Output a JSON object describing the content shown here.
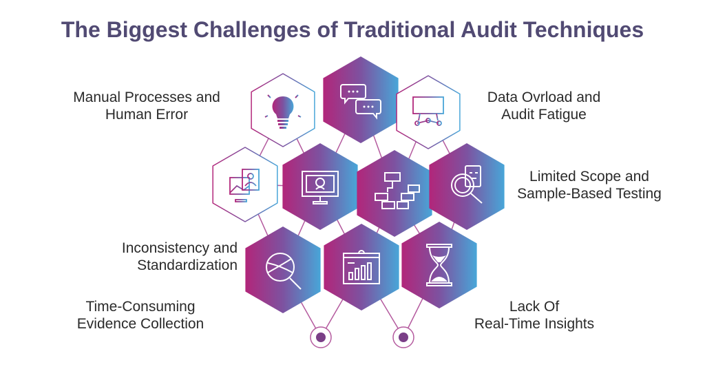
{
  "title": "The Biggest Challenges of Traditional Audit Techniques",
  "labels": {
    "manual": [
      "Manual Processes and",
      "Human Error"
    ],
    "data": [
      "Data Ovrload and",
      "Audit Fatigue"
    ],
    "limited": [
      "Limited Scope and",
      "Sample-Based Testing"
    ],
    "inconsistency": [
      "Inconsistency and",
      "Standardization"
    ],
    "time": [
      "Time-Consuming",
      "Evidence Collection"
    ],
    "lack": [
      "Lack Of",
      "Real-Time Insights"
    ]
  },
  "colors": {
    "title": "#514a73",
    "gradient_start": "#b2267a",
    "gradient_end": "#48a6d8",
    "connector": "#b45a9e"
  },
  "hexagons": [
    {
      "id": "bulb",
      "icon": "lightbulb-icon",
      "style": "outline"
    },
    {
      "id": "chat",
      "icon": "chat-bubbles-icon",
      "style": "filled"
    },
    {
      "id": "board",
      "icon": "presentation-network-icon",
      "style": "outline"
    },
    {
      "id": "picture",
      "icon": "image-monitor-icon",
      "style": "outline"
    },
    {
      "id": "monitor",
      "icon": "monitor-user-icon",
      "style": "filled"
    },
    {
      "id": "flow",
      "icon": "flowchart-icon",
      "style": "filled"
    },
    {
      "id": "docsearch",
      "icon": "document-search-icon",
      "style": "filled"
    },
    {
      "id": "piesearch",
      "icon": "pie-search-icon",
      "style": "filled"
    },
    {
      "id": "chart",
      "icon": "bar-chart-board-icon",
      "style": "filled"
    },
    {
      "id": "hourglass",
      "icon": "hourglass-icon",
      "style": "filled"
    }
  ]
}
